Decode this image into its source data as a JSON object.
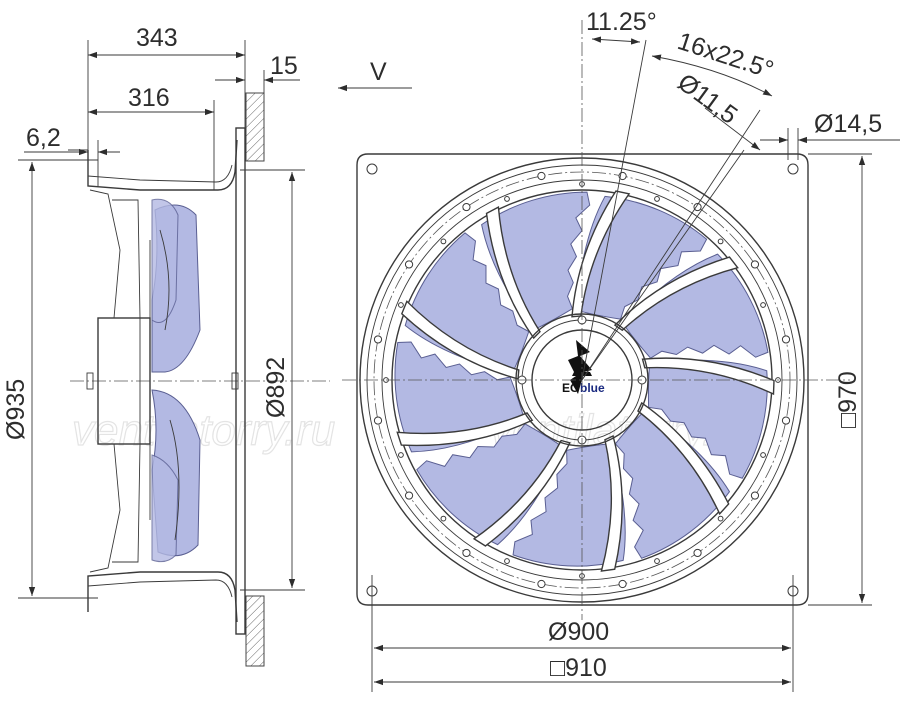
{
  "watermark": {
    "left": "ventilatorry.ru",
    "right": "ventilatorry.ru"
  },
  "view_marker": "V",
  "logo": {
    "ec": "EC",
    "blue": "blue"
  },
  "dimensions": {
    "depth_total": "343",
    "depth_body": "316",
    "flange": "15",
    "offset": "6,2",
    "outer_diameter": "Ø935",
    "inlet_diameter": "Ø892",
    "angle_single": "11.25°",
    "angle_pattern": "16x22.5°",
    "bolt_hole": "Ø11,5",
    "corner_hole": "Ø14,5",
    "height_square": "□970",
    "circle_diameter": "Ø900",
    "width_square": "□910"
  },
  "colors": {
    "blade": "#b3b9e3",
    "line": "#3a3a3a"
  }
}
